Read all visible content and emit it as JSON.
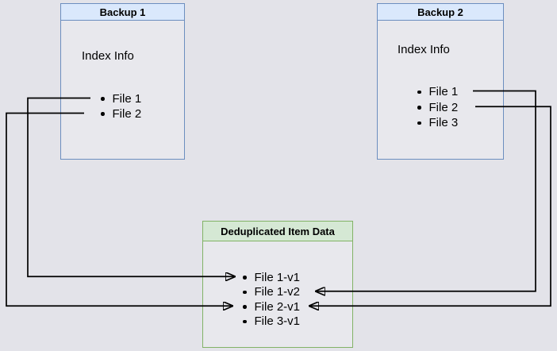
{
  "backup1": {
    "title": "Backup 1",
    "body_label": "Index Info",
    "items": [
      "File 1",
      "File 2"
    ]
  },
  "backup2": {
    "title": "Backup 2",
    "body_label": "Index Info",
    "items": [
      "File 1",
      "File 2",
      "File 3"
    ]
  },
  "dedup": {
    "title": "Deduplicated Item Data",
    "items": [
      "File 1-v1",
      "File 1-v2",
      "File 2-v1",
      "File 3-v1"
    ]
  },
  "arrows": [
    {
      "from": "Backup 1 / File 1",
      "to": "Deduplicated Item Data / File 1-v1"
    },
    {
      "from": "Backup 1 / File 2",
      "to": "Deduplicated Item Data / File 2-v1"
    },
    {
      "from": "Backup 2 / File 1",
      "to": "Deduplicated Item Data / File 1-v2"
    },
    {
      "from": "Backup 2 / File 2",
      "to": "Deduplicated Item Data / File 2-v1"
    }
  ],
  "colors": {
    "canvas_background": "#e3e3e9",
    "box_body_fill": "#e8e8ed",
    "blue_header_fill": "#dae8fc",
    "blue_border": "#6c8ebf",
    "green_header_fill": "#d5e8d4",
    "green_border": "#82b366",
    "arrow_stroke": "#000000",
    "text": "#000000"
  }
}
